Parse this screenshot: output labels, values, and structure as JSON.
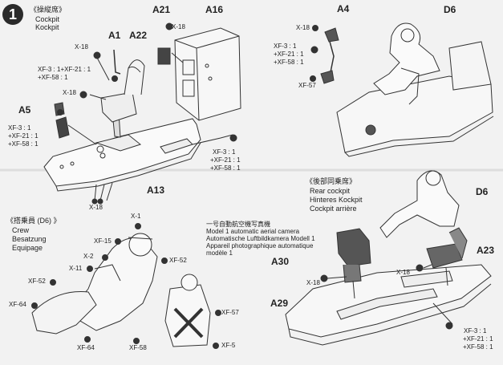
{
  "step": {
    "number": "1",
    "cockpit_title_jp": "《操縦席》",
    "cockpit_title_1": "Cockpit",
    "cockpit_title_2": "Kockpit"
  },
  "rear": {
    "title_jp": "《後部同乗席》",
    "title_en": "Rear cockpit",
    "title_de": "Hinteres Kockpit",
    "title_fr": "Cockpit arrière"
  },
  "crew": {
    "title_jp": "《搭乗員 (D6) 》",
    "title_en": "Crew",
    "title_de": "Besatzung",
    "title_fr": "Equipage"
  },
  "camera": {
    "line1": "一号自動航空機写真機",
    "line2": "Model 1 automatic aerial camera",
    "line3": "Automatische Luftbildkamera Modell 1",
    "line4": "Appareil photographique automatique",
    "line5": "modèle 1"
  },
  "parts": {
    "A1": "A1",
    "A22": "A22",
    "A21": "A21",
    "A16": "A16",
    "A4": "A4",
    "D6_top": "D6",
    "A5": "A5",
    "A13": "A13",
    "D6_mid": "D6",
    "A30": "A30",
    "A23": "A23",
    "A29": "A29"
  },
  "paints": {
    "x18": "X-18",
    "xf3_xf21": "XF-3 : 1+XF-21 : 1",
    "xf58": "+XF-58 : 1",
    "xf3": "XF-3 : 1",
    "xf21": "+XF-21 : 1",
    "xf57": "XF-57",
    "x1": "X-1",
    "xf15": "XF-15",
    "x2": "X-2",
    "x11": "X-11",
    "xf52": "XF-52",
    "xf64": "XF-64",
    "xf58c": "XF-58",
    "xf5": "XF-5"
  }
}
